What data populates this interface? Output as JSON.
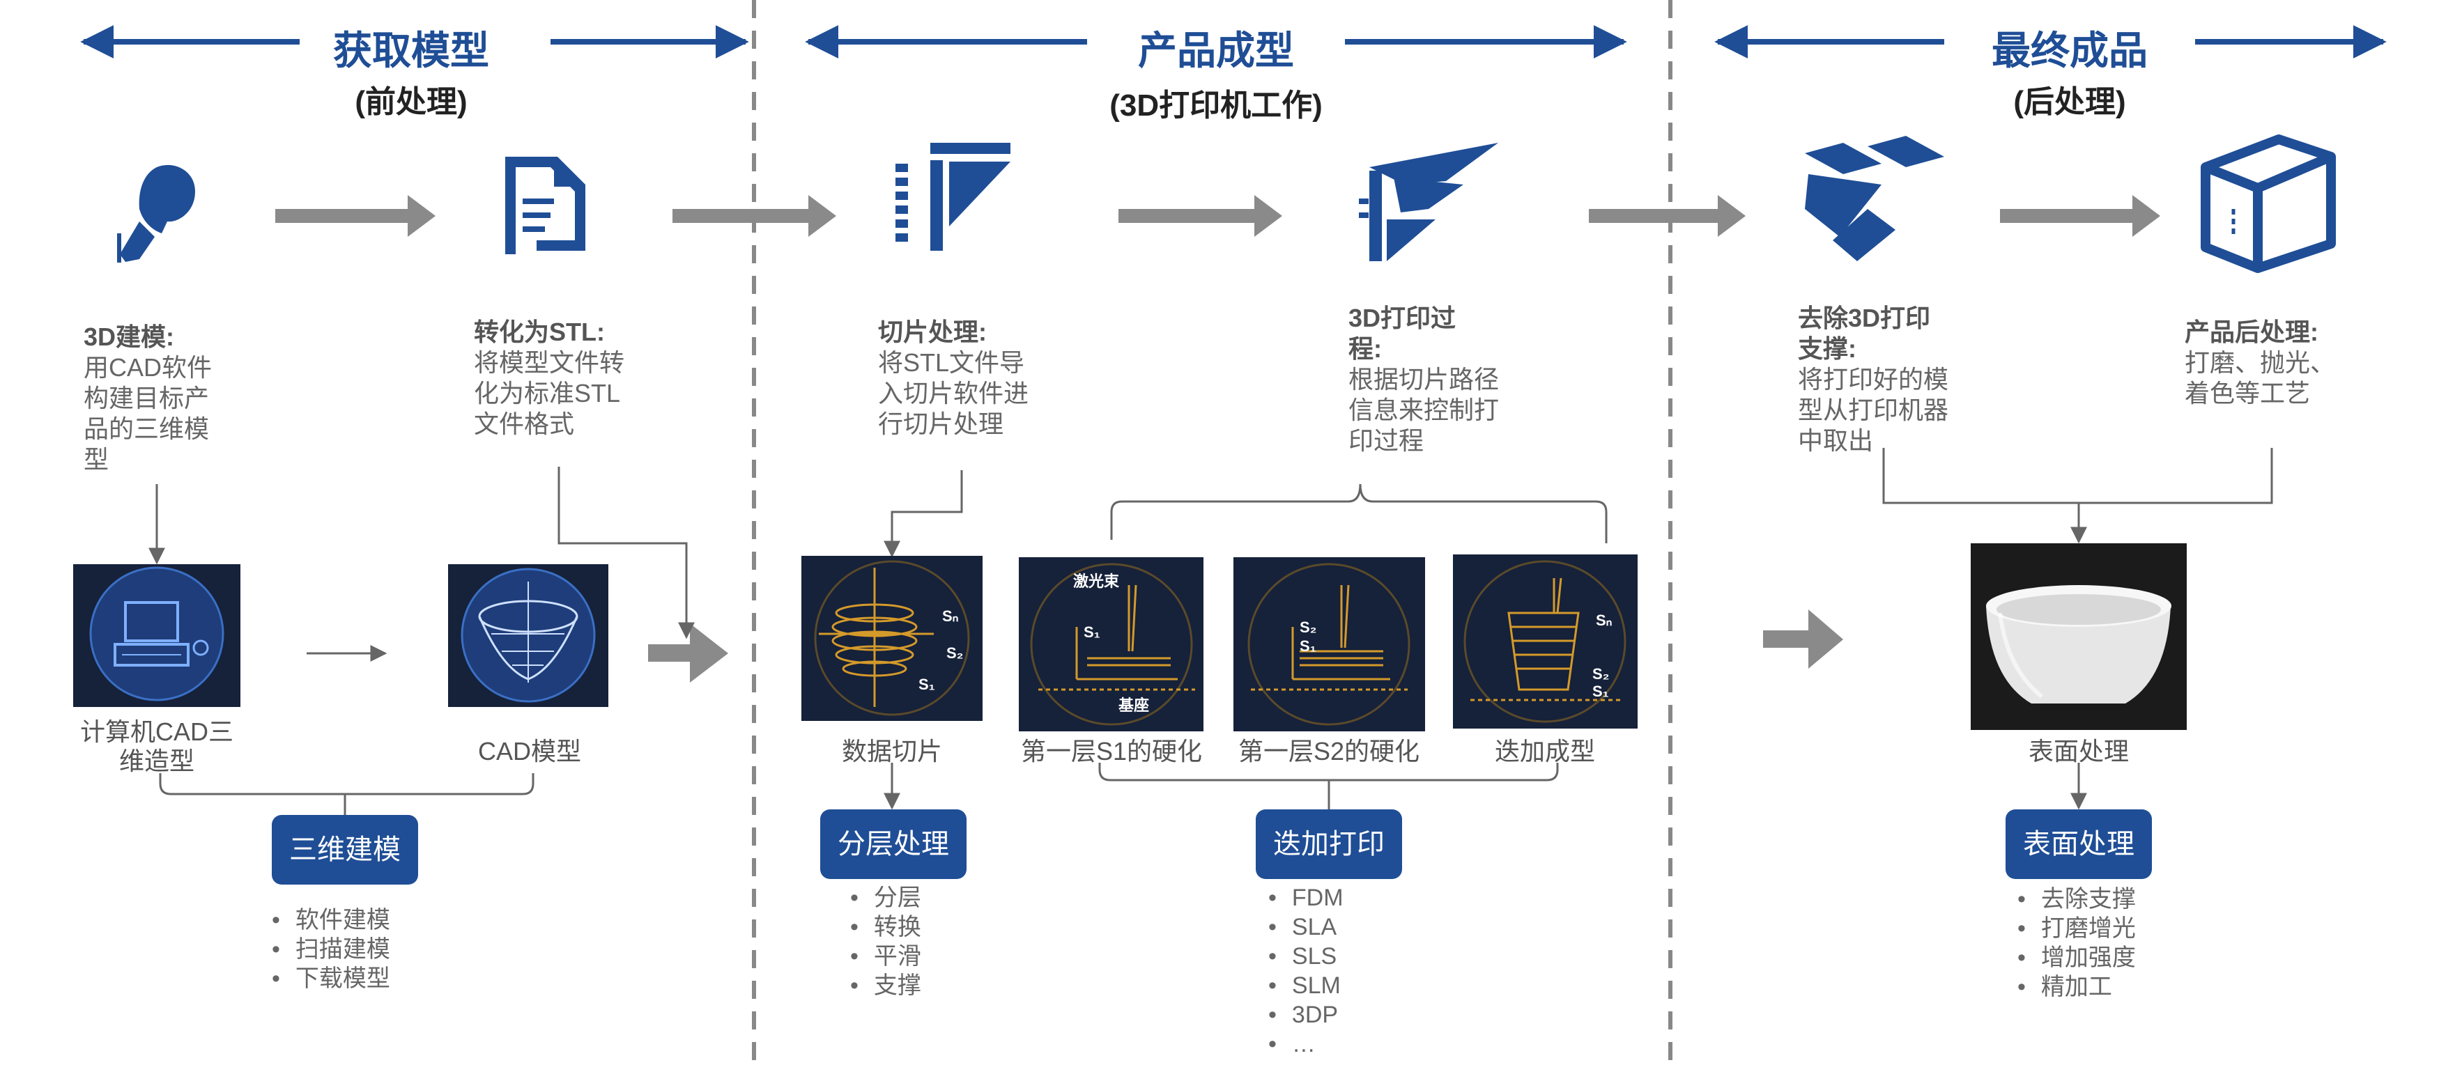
{
  "colors": {
    "accent": "#1f4e96",
    "arrow_gray": "#8a8a8a",
    "divider": "#888888",
    "dark_panel": "#16213a",
    "gold": "#d49a2a"
  },
  "sections": [
    {
      "title": "获取模型",
      "subtitle": "(前处理)"
    },
    {
      "title": "产品成型",
      "subtitle": "(3D打印机工作)"
    },
    {
      "title": "最终成品",
      "subtitle": "(后处理)"
    }
  ],
  "steps": [
    {
      "icon": "person-modeling-icon",
      "title": "3D建模:",
      "text": [
        "用CAD软件",
        "构建目标产",
        "品的三维模",
        "型"
      ]
    },
    {
      "icon": "stl-document-icon",
      "title": "转化为STL:",
      "text": [
        "将模型文件转",
        "化为标准STL",
        "文件格式"
      ]
    },
    {
      "icon": "slicing-icon",
      "title": "切片处理:",
      "text": [
        "将STL文件导",
        "入切片软件进",
        "行切片处理"
      ]
    },
    {
      "icon": "printing-process-icon",
      "title": "3D打印过",
      "title2": "程:",
      "text": [
        "根据切片路径",
        "信息来控制打",
        "印过程"
      ]
    },
    {
      "icon": "remove-support-icon",
      "title": "去除3D打印",
      "title2": "支撑:",
      "text": [
        "将打印好的模",
        "型从打印机器",
        "中取出"
      ]
    },
    {
      "icon": "post-processing-cube-icon",
      "title": "产品后处理:",
      "text": [
        "打磨、抛光、",
        "着色等工艺"
      ]
    }
  ],
  "images": {
    "computer_cad": {
      "caption": "计算机CAD三",
      "caption2": "维造型"
    },
    "cad_model": {
      "caption": "CAD模型"
    },
    "data_slice": {
      "caption": "数据切片",
      "labels": [
        "Sₙ",
        "S₂",
        "S₁"
      ]
    },
    "layer_s1": {
      "caption": "第一层S1的硬化",
      "labels": [
        "激光束",
        "S₁",
        "基座"
      ]
    },
    "layer_s2": {
      "caption": "第一层S2的硬化",
      "labels": [
        "S₂",
        "S₁"
      ]
    },
    "additive": {
      "caption": "迭加成型",
      "labels": [
        "Sₙ",
        "S₂",
        "S₁"
      ]
    },
    "bowl": {
      "caption": "表面处理"
    }
  },
  "groups": [
    {
      "button": "三维建模",
      "items": [
        "软件建模",
        "扫描建模",
        "下载模型"
      ]
    },
    {
      "button": "分层处理",
      "items": [
        "分层",
        "转换",
        "平滑",
        "支撑"
      ]
    },
    {
      "button": "迭加打印",
      "items": [
        "FDM",
        "SLA",
        "SLS",
        "SLM",
        "3DP",
        "…"
      ]
    },
    {
      "button": "表面处理",
      "items": [
        "去除支撑",
        "打磨增光",
        "增加强度",
        "精加工"
      ]
    }
  ]
}
